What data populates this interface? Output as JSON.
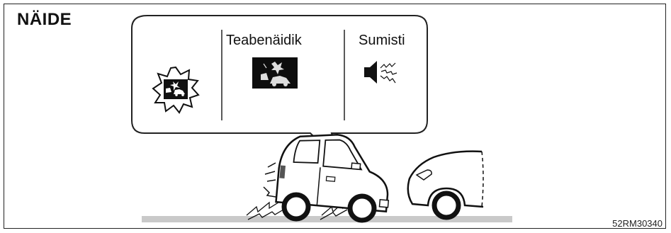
{
  "figure": {
    "title": "NÄIDE",
    "code": "52RM30340"
  },
  "callout": {
    "indicator_label": "Teabenäidik",
    "buzzer_label": "Sumisti"
  },
  "icons": {
    "warning_icon": "collision-warning-burst-icon",
    "indicator_icon": "collision-indicator-icon",
    "buzzer_icon": "buzzer-speaker-icon"
  }
}
